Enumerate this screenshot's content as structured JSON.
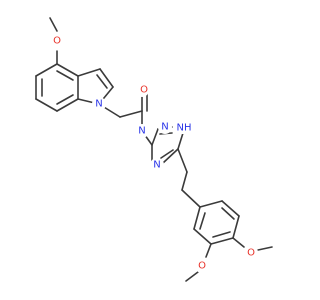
{
  "colors": {
    "bond": "#3b3b3b",
    "oxygen": "#e8332a",
    "nitrogen": "#2a35e8",
    "background": "#ffffff"
  },
  "atom_labels": {
    "o_indole_methoxy": "O",
    "n_indole": "N",
    "o_amide": "O",
    "n_amide": "N",
    "n_triazole_1": "N",
    "nh_triazole": "NH",
    "n_triazole_4": "N",
    "o_meta_methoxy": "O",
    "o_para_methoxy": "O"
  }
}
